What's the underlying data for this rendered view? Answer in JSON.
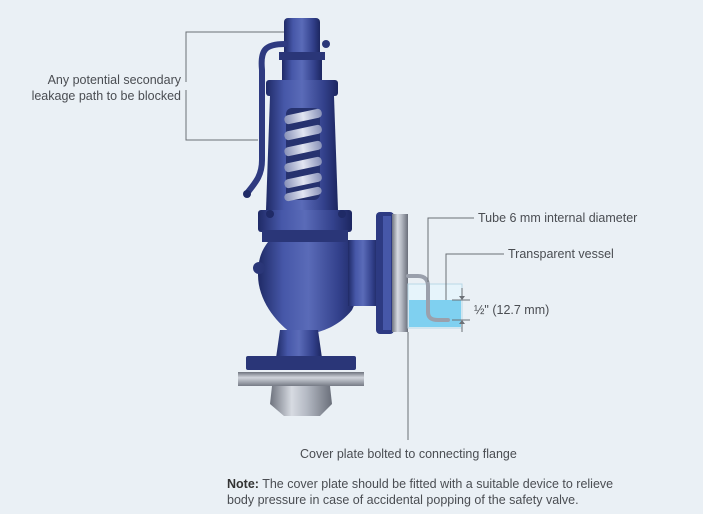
{
  "labels": {
    "secondary_leak_line1": "Any potential secondary",
    "secondary_leak_line2": "leakage path to be blocked",
    "tube": "Tube 6 mm internal diameter",
    "vessel": "Transparent vessel",
    "depth": "½\" (12.7 mm)",
    "cover_plate": "Cover plate bolted to connecting flange"
  },
  "note": {
    "prefix": "Note:",
    "line1": " The cover plate should be fitted with a suitable device to relieve",
    "line2": "body pressure in case of accidental popping of the safety valve."
  },
  "colors": {
    "background": "#eaf0f5",
    "valve_body": "#39499a",
    "valve_shadow": "#1f2a66",
    "spring": "#c5cbe0",
    "flange_grey": "#9aa0ac",
    "water": "#7fd0f0",
    "leader_line": "#6b6f75"
  }
}
